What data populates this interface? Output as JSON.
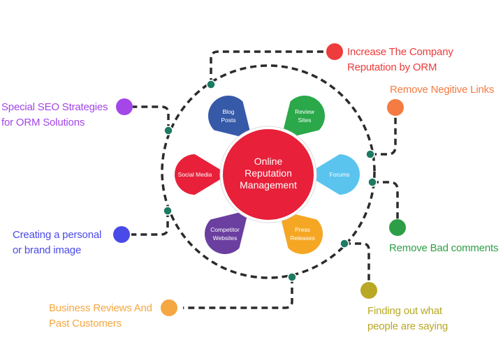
{
  "center": {
    "lines": [
      "Online",
      "Reputation",
      "Management"
    ],
    "color": "#e8203a"
  },
  "petals": [
    {
      "id": "blog-posts",
      "lines": [
        "Blog",
        "Posts"
      ],
      "color": "#3659a8"
    },
    {
      "id": "review-sites",
      "lines": [
        "Review",
        "Sites"
      ],
      "color": "#2aa84a"
    },
    {
      "id": "forums",
      "lines": [
        "Forums"
      ],
      "color": "#5bc4ee"
    },
    {
      "id": "press-releases",
      "lines": [
        "Press",
        "Releases"
      ],
      "color": "#f5a623"
    },
    {
      "id": "competitor-websites",
      "lines": [
        "Competitor",
        "Websites"
      ],
      "color": "#6a3fa0"
    },
    {
      "id": "social-media",
      "lines": [
        "Social Media"
      ],
      "color": "#e8203a"
    }
  ],
  "outcomes": [
    {
      "id": "increase-reputation",
      "lines": [
        "Increase The Company",
        "Reputation by ORM"
      ],
      "color": "#ee3b3b"
    },
    {
      "id": "remove-negative-links",
      "lines": [
        "Remove Negitive Links"
      ],
      "color": "#f47b42"
    },
    {
      "id": "remove-bad-comments",
      "lines": [
        "Remove Bad comments"
      ],
      "color": "#2e9e46"
    },
    {
      "id": "finding-out",
      "lines": [
        "Finding out what",
        "people are saying"
      ],
      "color": "#b8a824"
    },
    {
      "id": "business-reviews",
      "lines": [
        "Business Reviews And",
        "Past Customers"
      ],
      "color": "#f5a742"
    },
    {
      "id": "personal-brand-image",
      "lines": [
        "Creating a personal",
        "or brand image"
      ],
      "color": "#4a4ae8"
    },
    {
      "id": "seo-strategies",
      "lines": [
        "Special SEO Strategies",
        "for ORM Solutions"
      ],
      "color": "#a446e8"
    }
  ],
  "connector_color": "#1d7a63",
  "dash_color": "#2b2b2b"
}
